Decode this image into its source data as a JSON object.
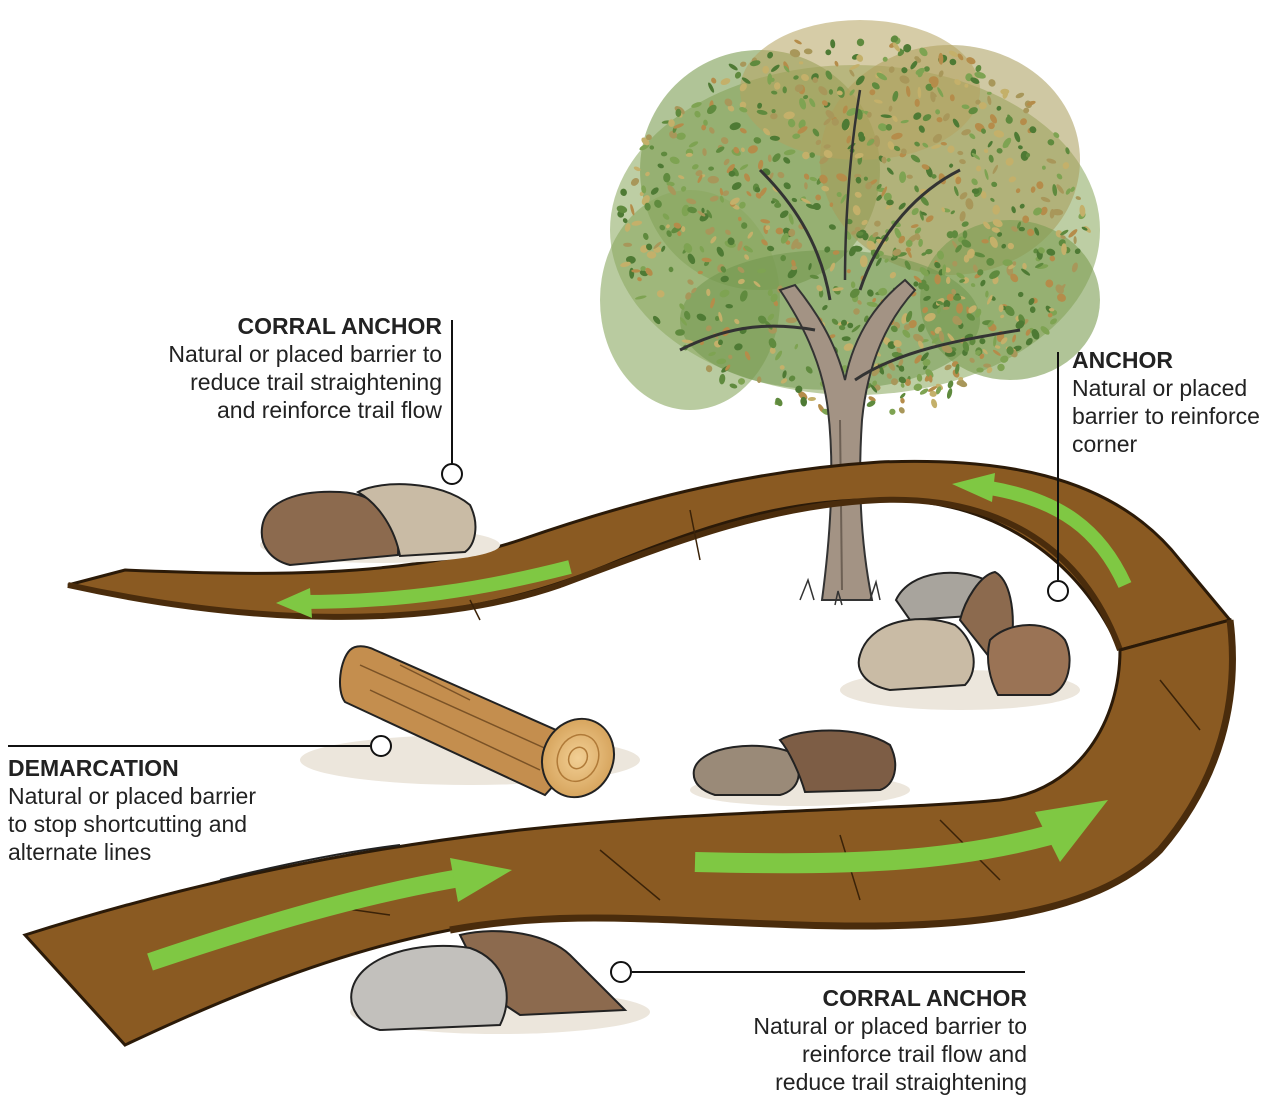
{
  "callouts": {
    "corral_anchor_top": {
      "title": "CORRAL ANCHOR",
      "desc": [
        "Natural or placed barrier to",
        "reduce trail straightening",
        "and reinforce trail flow"
      ]
    },
    "anchor": {
      "title": "ANCHOR",
      "desc": [
        "Natural or placed",
        "barrier to reinforce",
        "corner"
      ]
    },
    "demarcation": {
      "title": "DEMARCATION",
      "desc": [
        "Natural or placed barrier",
        "to stop shortcutting and",
        "alternate lines"
      ]
    },
    "corral_anchor_bottom": {
      "title": "CORRAL ANCHOR",
      "desc": [
        "Natural or placed barrier to",
        "reinforce trail flow and",
        "reduce trail straightening"
      ]
    }
  },
  "colors": {
    "trail": "#8a5a22",
    "trail_dark": "#5e3a12",
    "arrow": "#7fc843",
    "leaf_green": "#6f9a4a",
    "leaf_olive": "#a89a55",
    "trunk": "#a09283",
    "rock_light": "#c9bba5",
    "rock_brown": "#8c6a4e",
    "rock_gray": "#a8a49d",
    "log": "#c48e4e"
  }
}
